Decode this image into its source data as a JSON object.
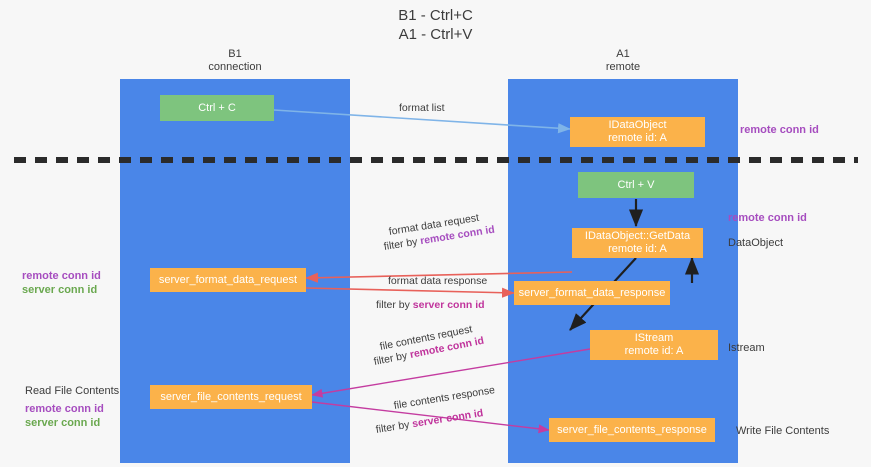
{
  "title": {
    "line1": "B1 - Ctrl+C",
    "line2": "A1 - Ctrl+V"
  },
  "columns": [
    {
      "name": "B1",
      "sub": "connection"
    },
    {
      "name": "A1",
      "sub": "remote"
    }
  ],
  "nodes": {
    "ctrl_c": "Ctrl + C",
    "ctrl_v": "Ctrl + V",
    "idataobject_title": "IDataObject",
    "idataobject_sub": "remote id: A",
    "getdata_title": "IDataObject::GetData",
    "getdata_sub": "remote id: A",
    "istream_title": "IStream",
    "istream_sub": "remote id: A",
    "server_format_data_request": "server_format_data_request",
    "server_format_data_response": "server_format_data_response",
    "server_file_contents_request": "server_file_contents_request",
    "server_file_contents_response": "server_file_contents_response"
  },
  "edge_labels": {
    "format_list": "format list",
    "format_data_request": "format data request",
    "format_data_request_filter_prefix": "filter by ",
    "format_data_request_filter_key": "remote conn id",
    "format_data_response": "format data response",
    "format_data_response_filter_prefix": "filter by ",
    "format_data_response_filter_key": "server conn id",
    "file_contents_request": "file contents request",
    "file_contents_request_filter_prefix": "filter by ",
    "file_contents_request_filter_key": "remote conn id",
    "file_contents_response": "file contents response",
    "file_contents_response_filter_prefix": "filter by ",
    "file_contents_response_filter_key": "server conn id"
  },
  "right_labels": {
    "remote_conn_id_top": "remote conn id",
    "remote_conn_id_mid": "remote conn id",
    "dataobject": "DataObject",
    "istream": "Istream",
    "write_file_contents": "Write File Contents"
  },
  "left_labels": {
    "remote_conn_id_1": "remote conn id",
    "server_conn_id_1": "server conn id",
    "read_file_contents": "Read File Contents",
    "remote_conn_id_2": "remote conn id",
    "server_conn_id_2": "server conn id"
  },
  "colors": {
    "lane": "#4a86e8",
    "green_node": "#7ec47e",
    "orange_node": "#fbb24a",
    "purple_key": "#a64dbf",
    "green_key": "#6aa84f",
    "pink_key": "#c0349c",
    "red_arrow": "#e8615a",
    "blue_arrow": "#7fb4e8",
    "magenta_arrow": "#c43ca0",
    "divider": "#2b2b2b",
    "background": "#f7f7f7"
  }
}
